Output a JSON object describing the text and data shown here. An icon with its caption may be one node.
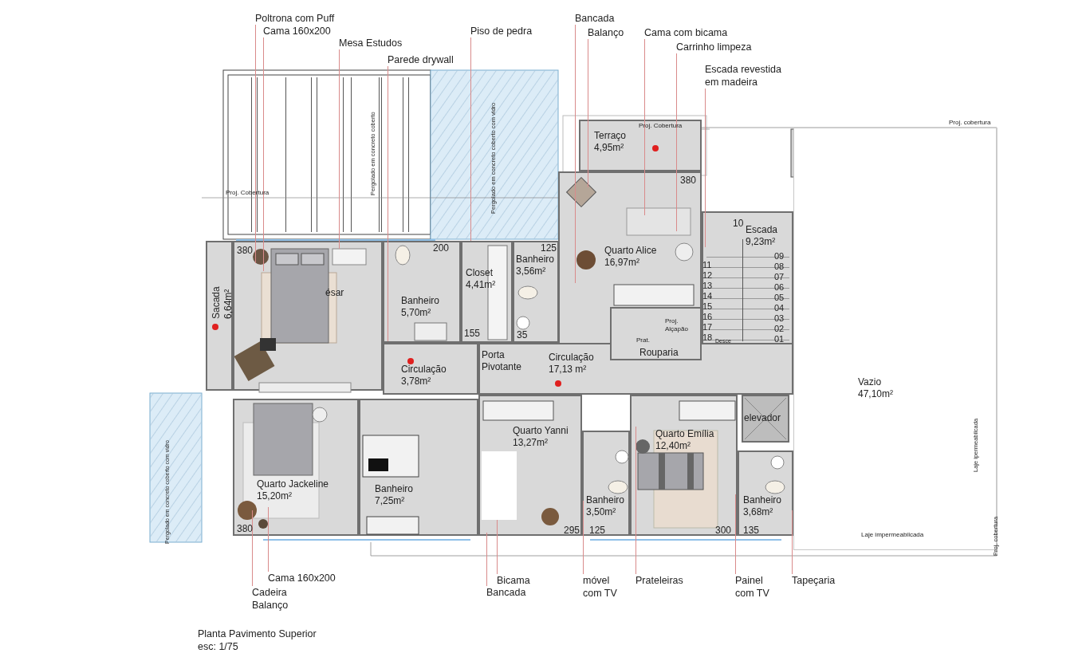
{
  "diagram": {
    "title": "Planta Pavimento Superior",
    "caption": "esc: 1/75",
    "nodes": [
      {
        "text": [
          "Poltrona com Puff"
        ]
      },
      {
        "text": [
          "Cama 160x200"
        ]
      },
      {
        "text": [
          "Mesa Estudos"
        ]
      },
      {
        "text": [
          "Parede drywall"
        ]
      },
      {
        "text": [
          "Piso de pedra"
        ]
      },
      {
        "text": [
          "Bancada"
        ]
      },
      {
        "text": [
          "Balanço"
        ]
      },
      {
        "text": [
          "Cama com bicama"
        ]
      },
      {
        "text": [
          "Carrinho limpeza"
        ]
      },
      {
        "text": [
          "Escada revestida em madeira"
        ]
      },
      {
        "text": [
          "Terraço",
          "4,95m²"
        ]
      },
      {
        "text": [
          "Sacada",
          "6,64m²"
        ]
      },
      {
        "text": [
          "ésar"
        ]
      },
      {
        "text": [
          "Banheiro",
          "5,70m²"
        ]
      },
      {
        "text": [
          "Closet",
          "4,41m²"
        ]
      },
      {
        "text": [
          "Banheiro",
          "3,56m²"
        ]
      },
      {
        "text": [
          "Quarto Alice",
          "16,97m²"
        ]
      },
      {
        "text": [
          "Escada",
          "9,23m²"
        ]
      },
      {
        "text": [
          "Circulação",
          "3,78m²"
        ]
      },
      {
        "text": [
          "Circulação",
          "17,13 m²"
        ]
      },
      {
        "text": [
          "Rouparia"
        ]
      },
      {
        "text": [
          "Vazio",
          "47,10m²"
        ]
      },
      {
        "text": [
          "elevador"
        ]
      },
      {
        "text": [
          "Quarto Yanni",
          "13,27m²"
        ]
      },
      {
        "text": [
          "Quarto Emília",
          "12,40m²"
        ]
      },
      {
        "text": [
          "Quarto Jackeline",
          "15,20m²"
        ]
      },
      {
        "text": [
          "Banheiro",
          "7,25m²"
        ]
      },
      {
        "text": [
          "Banheiro",
          "3,50m²"
        ]
      },
      {
        "text": [
          "Banheiro",
          "3,68m²"
        ]
      },
      {
        "text": [
          "Cama 160x200"
        ]
      },
      {
        "text": [
          "Cadeira Balanço"
        ]
      },
      {
        "text": [
          "Bicama"
        ]
      },
      {
        "text": [
          "Bancada"
        ]
      },
      {
        "text": [
          "móvel com TV"
        ]
      },
      {
        "text": [
          "Prateleiras"
        ]
      },
      {
        "text": [
          "Painel com TV"
        ]
      },
      {
        "text": [
          "Tapeçaria"
        ]
      }
    ],
    "edges": [
      {
        "from": 0,
        "to": 12,
        "arrow": "none"
      },
      {
        "from": 1,
        "to": 12,
        "arrow": "none"
      },
      {
        "from": 2,
        "to": 12,
        "arrow": "none"
      },
      {
        "from": 3,
        "to": 13,
        "arrow": "none"
      },
      {
        "from": 4,
        "to": 14,
        "arrow": "none"
      },
      {
        "from": 5,
        "to": 16,
        "arrow": "none"
      },
      {
        "from": 6,
        "to": 16,
        "arrow": "none"
      },
      {
        "from": 7,
        "to": 16,
        "arrow": "none"
      },
      {
        "from": 8,
        "to": 16,
        "arrow": "none"
      },
      {
        "from": 9,
        "to": 17,
        "arrow": "none"
      },
      {
        "from": 29,
        "to": 25,
        "arrow": "none"
      },
      {
        "from": 30,
        "to": 25,
        "arrow": "none"
      },
      {
        "from": 31,
        "to": 23,
        "arrow": "none"
      },
      {
        "from": 32,
        "to": 23,
        "arrow": "none"
      },
      {
        "from": 33,
        "to": 27,
        "arrow": "none"
      },
      {
        "from": 34,
        "to": 24,
        "arrow": "none"
      },
      {
        "from": 35,
        "to": 24,
        "arrow": "none"
      },
      {
        "from": 36,
        "to": 28,
        "arrow": "none"
      }
    ],
    "labels": [
      "Proj. Cobertura",
      "Pergolado em concreto coberto",
      "Pergolado em concreto coberto com vidro",
      "Proj. Cobertura",
      "Proj. cobertura",
      "380",
      "200",
      "125",
      "380",
      "10",
      "09",
      "11",
      "08",
      "12",
      "07",
      "13",
      "06",
      "14",
      "05",
      "15",
      "04",
      "16",
      "03",
      "17",
      "02",
      "18",
      "01",
      "Proj. Alçapão",
      "Prat.",
      "Desce",
      "155",
      "35",
      "Porta Pivotante",
      "Pergolado em concreto coberto com vidro",
      "Laje ipermeabilcada",
      "Proj. cobertura",
      "380",
      "295",
      "125",
      "300",
      "135",
      "Laje impermeabilcada"
    ]
  }
}
